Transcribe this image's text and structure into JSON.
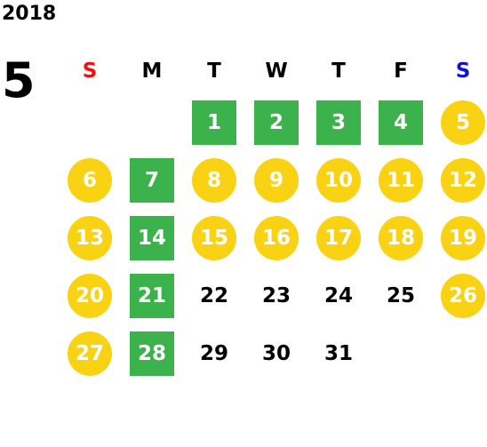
{
  "calendar": {
    "year": "2018",
    "month": "5",
    "weekdays": [
      "S",
      "M",
      "T",
      "W",
      "T",
      "F",
      "S"
    ],
    "colors": {
      "sunday_header": "#ee1111",
      "saturday_header": "#1111dd",
      "circle_day": "#f9d213",
      "square_day": "#3bb24b"
    },
    "weeks": [
      [
        {
          "day": ""
        },
        {
          "day": ""
        },
        {
          "day": "1",
          "style": "square"
        },
        {
          "day": "2",
          "style": "square"
        },
        {
          "day": "3",
          "style": "square"
        },
        {
          "day": "4",
          "style": "square"
        },
        {
          "day": "5",
          "style": "circle"
        }
      ],
      [
        {
          "day": "6",
          "style": "circle"
        },
        {
          "day": "7",
          "style": "square"
        },
        {
          "day": "8",
          "style": "circle"
        },
        {
          "day": "9",
          "style": "circle"
        },
        {
          "day": "10",
          "style": "circle"
        },
        {
          "day": "11",
          "style": "circle"
        },
        {
          "day": "12",
          "style": "circle"
        }
      ],
      [
        {
          "day": "13",
          "style": "circle"
        },
        {
          "day": "14",
          "style": "square"
        },
        {
          "day": "15",
          "style": "circle"
        },
        {
          "day": "16",
          "style": "circle"
        },
        {
          "day": "17",
          "style": "circle"
        },
        {
          "day": "18",
          "style": "circle"
        },
        {
          "day": "19",
          "style": "circle"
        }
      ],
      [
        {
          "day": "20",
          "style": "circle"
        },
        {
          "day": "21",
          "style": "square"
        },
        {
          "day": "22",
          "style": "plain"
        },
        {
          "day": "23",
          "style": "plain"
        },
        {
          "day": "24",
          "style": "plain"
        },
        {
          "day": "25",
          "style": "plain"
        },
        {
          "day": "26",
          "style": "circle"
        }
      ],
      [
        {
          "day": "27",
          "style": "circle"
        },
        {
          "day": "28",
          "style": "square"
        },
        {
          "day": "29",
          "style": "plain"
        },
        {
          "day": "30",
          "style": "plain"
        },
        {
          "day": "31",
          "style": "plain"
        },
        {
          "day": ""
        },
        {
          "day": ""
        }
      ]
    ]
  }
}
